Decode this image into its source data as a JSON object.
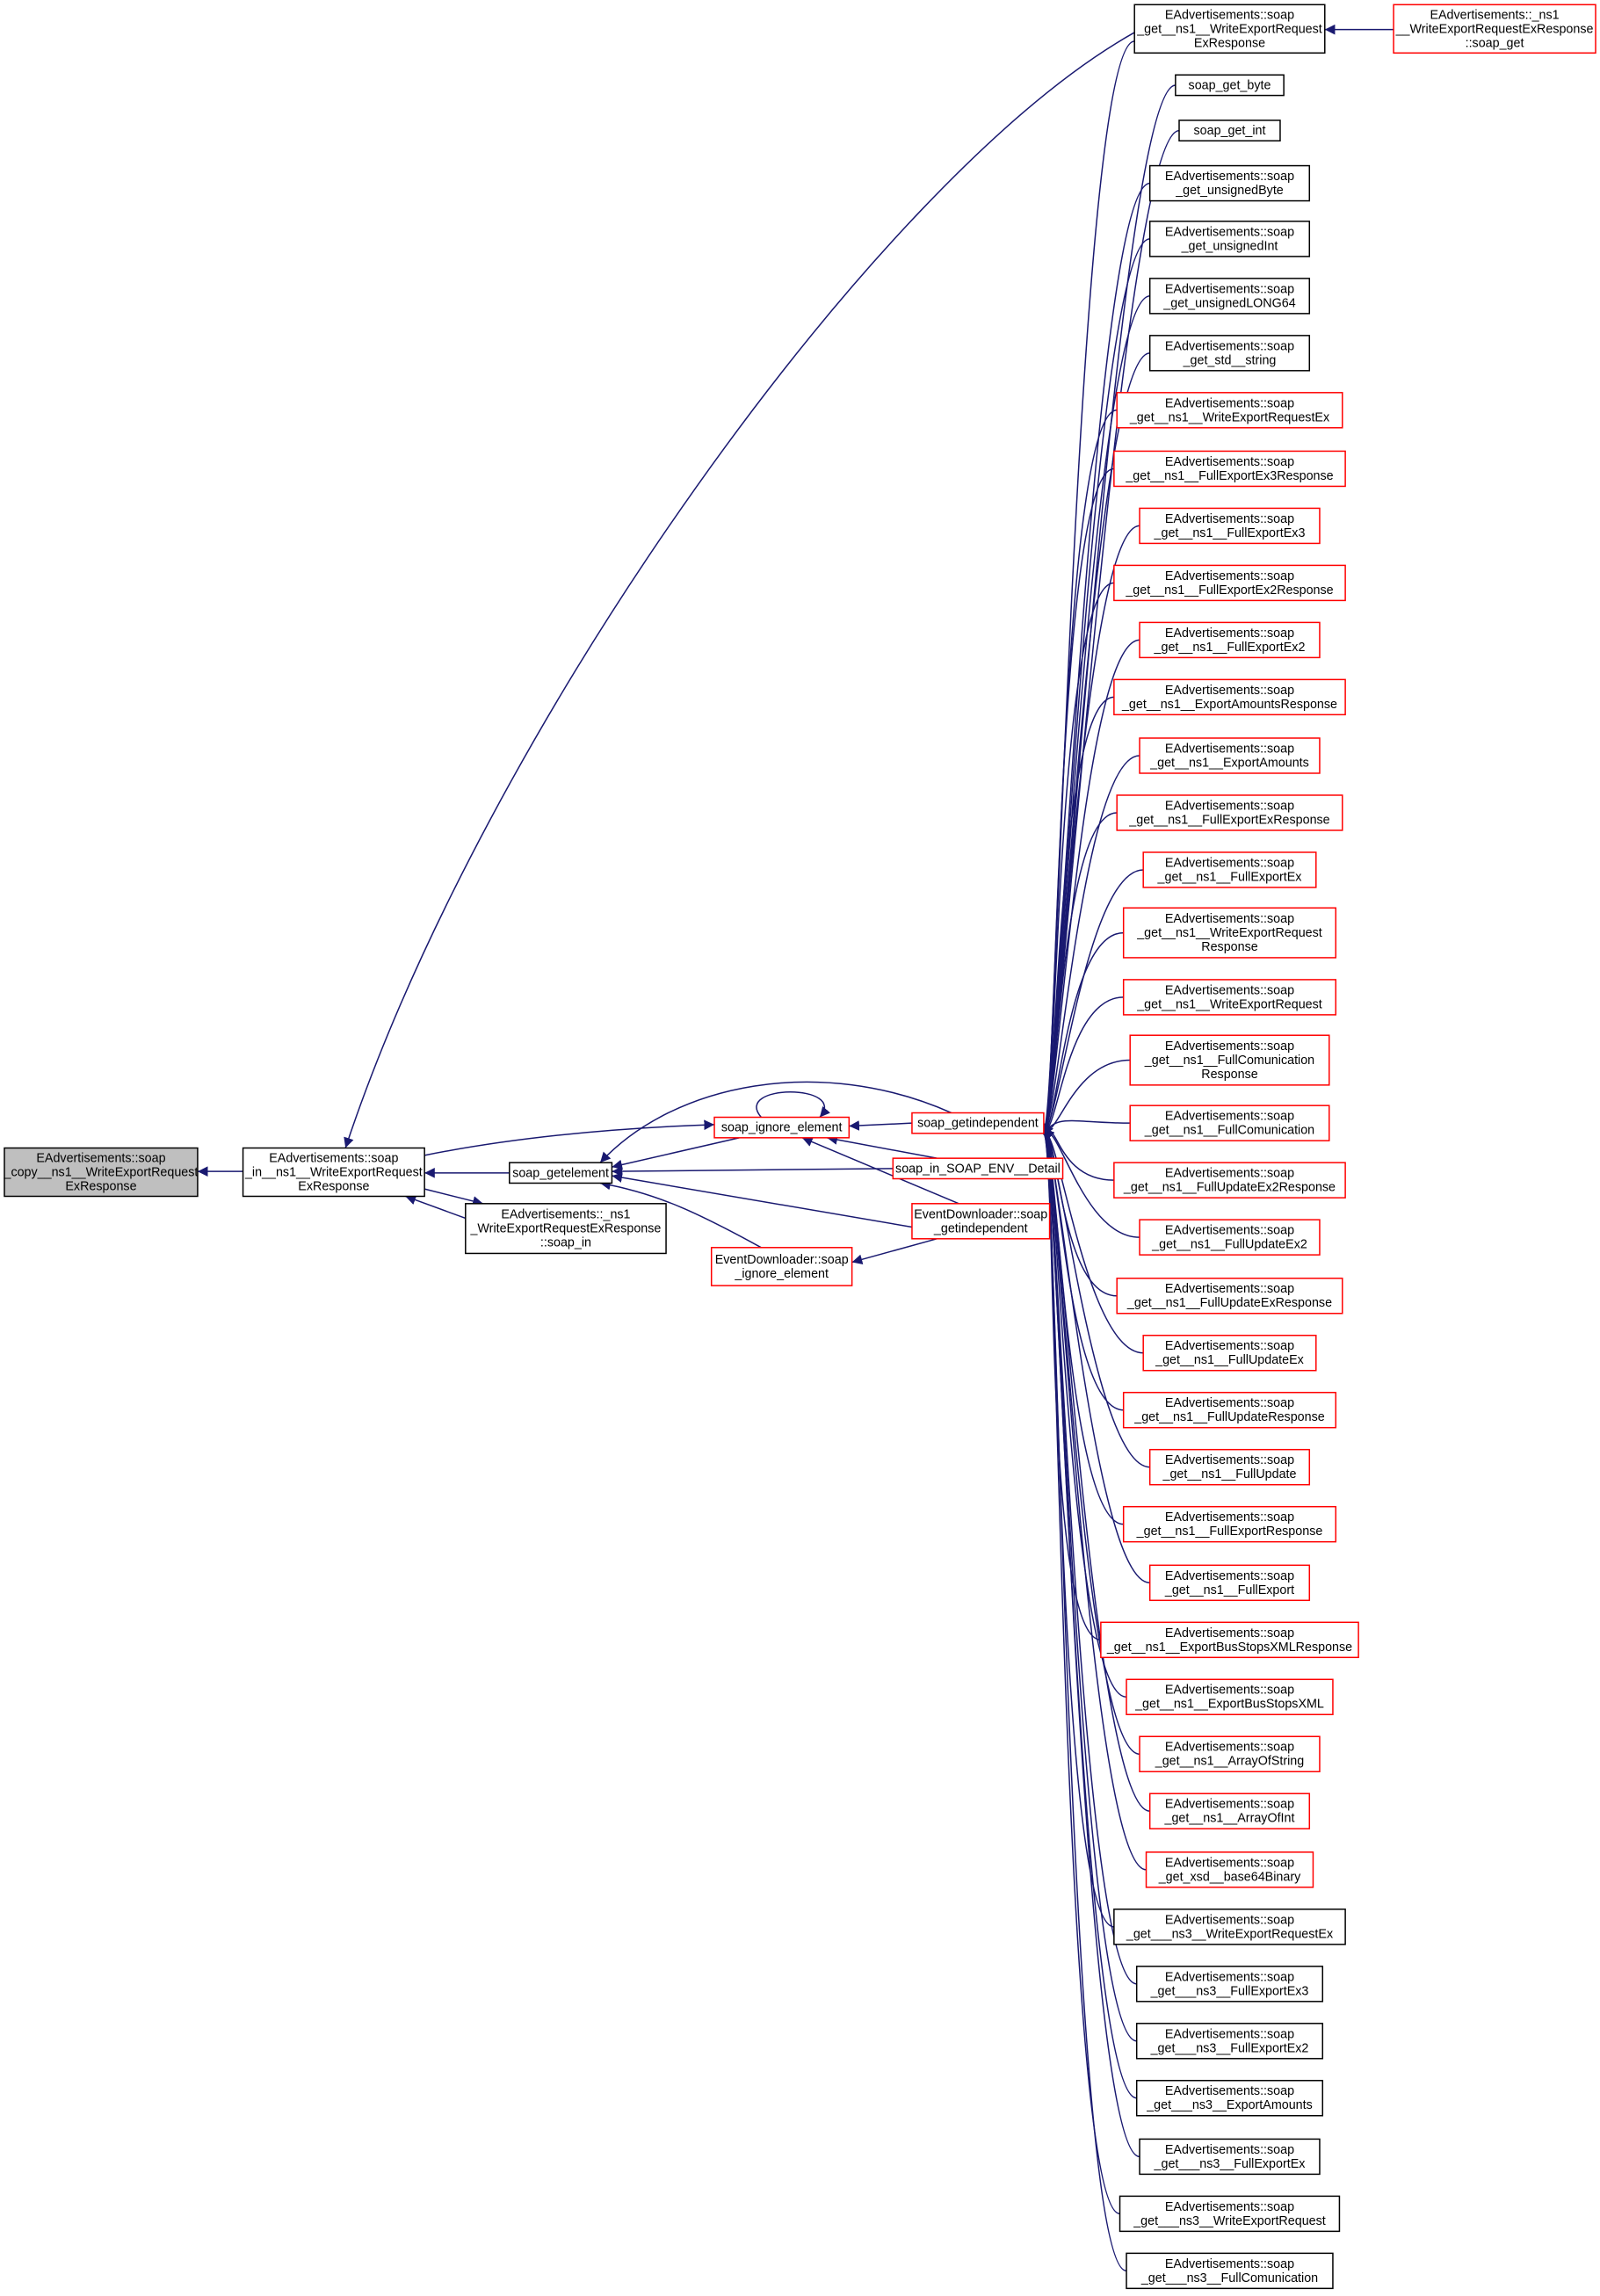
{
  "colors": {
    "edge": "#191970",
    "focus_fill": "#bfbfbf",
    "black_border": "#000000",
    "red_border": "#ff0000"
  },
  "nodes": [
    {
      "lines": [
        "EAdvertisements::soap",
        "_copy__ns1__WriteExportRequest",
        "ExResponse"
      ],
      "border": "black",
      "focus": true
    },
    {
      "lines": [
        "EAdvertisements::soap",
        "_in__ns1__WriteExportRequest",
        "ExResponse"
      ],
      "border": "black"
    },
    {
      "lines": [
        "soap_getelement"
      ],
      "border": "black"
    },
    {
      "lines": [
        "EAdvertisements::_ns1",
        "_WriteExportRequestExResponse",
        "::soap_in"
      ],
      "border": "black"
    },
    {
      "lines": [
        "soap_ignore_element"
      ],
      "border": "red"
    },
    {
      "lines": [
        "soap_getindependent"
      ],
      "border": "red"
    },
    {
      "lines": [
        "soap_in_SOAP_ENV__Detail"
      ],
      "border": "red"
    },
    {
      "lines": [
        "EventDownloader::soap",
        "_getindependent"
      ],
      "border": "red"
    },
    {
      "lines": [
        "EventDownloader::soap",
        "_ignore_element"
      ],
      "border": "red"
    },
    {
      "lines": [
        "EAdvertisements::_ns1",
        "__WriteExportRequestExResponse",
        "::soap_get"
      ],
      "border": "red"
    },
    {
      "lines": [
        "EAdvertisements::soap",
        "_get__ns1__WriteExportRequest",
        "ExResponse"
      ],
      "border": "black"
    },
    {
      "lines": [
        "soap_get_byte"
      ],
      "border": "black"
    },
    {
      "lines": [
        "soap_get_int"
      ],
      "border": "black"
    },
    {
      "lines": [
        "EAdvertisements::soap",
        "_get_unsignedByte"
      ],
      "border": "black"
    },
    {
      "lines": [
        "EAdvertisements::soap",
        "_get_unsignedInt"
      ],
      "border": "black"
    },
    {
      "lines": [
        "EAdvertisements::soap",
        "_get_unsignedLONG64"
      ],
      "border": "black"
    },
    {
      "lines": [
        "EAdvertisements::soap",
        "_get_std__string"
      ],
      "border": "black"
    },
    {
      "lines": [
        "EAdvertisements::soap",
        "_get__ns1__WriteExportRequestEx"
      ],
      "border": "red"
    },
    {
      "lines": [
        "EAdvertisements::soap",
        "_get__ns1__FullExportEx3Response"
      ],
      "border": "red"
    },
    {
      "lines": [
        "EAdvertisements::soap",
        "_get__ns1__FullExportEx3"
      ],
      "border": "red"
    },
    {
      "lines": [
        "EAdvertisements::soap",
        "_get__ns1__FullExportEx2Response"
      ],
      "border": "red"
    },
    {
      "lines": [
        "EAdvertisements::soap",
        "_get__ns1__FullExportEx2"
      ],
      "border": "red"
    },
    {
      "lines": [
        "EAdvertisements::soap",
        "_get__ns1__ExportAmountsResponse"
      ],
      "border": "red"
    },
    {
      "lines": [
        "EAdvertisements::soap",
        "_get__ns1__ExportAmounts"
      ],
      "border": "red"
    },
    {
      "lines": [
        "EAdvertisements::soap",
        "_get__ns1__FullExportExResponse"
      ],
      "border": "red"
    },
    {
      "lines": [
        "EAdvertisements::soap",
        "_get__ns1__FullExportEx"
      ],
      "border": "red"
    },
    {
      "lines": [
        "EAdvertisements::soap",
        "_get__ns1__WriteExportRequest",
        "Response"
      ],
      "border": "red"
    },
    {
      "lines": [
        "EAdvertisements::soap",
        "_get__ns1__WriteExportRequest"
      ],
      "border": "red"
    },
    {
      "lines": [
        "EAdvertisements::soap",
        "_get__ns1__FullComunication",
        "Response"
      ],
      "border": "red"
    },
    {
      "lines": [
        "EAdvertisements::soap",
        "_get__ns1__FullComunication"
      ],
      "border": "red"
    },
    {
      "lines": [
        "EAdvertisements::soap",
        "_get__ns1__FullUpdateEx2Response"
      ],
      "border": "red"
    },
    {
      "lines": [
        "EAdvertisements::soap",
        "_get__ns1__FullUpdateEx2"
      ],
      "border": "red"
    },
    {
      "lines": [
        "EAdvertisements::soap",
        "_get__ns1__FullUpdateExResponse"
      ],
      "border": "red"
    },
    {
      "lines": [
        "EAdvertisements::soap",
        "_get__ns1__FullUpdateEx"
      ],
      "border": "red"
    },
    {
      "lines": [
        "EAdvertisements::soap",
        "_get__ns1__FullUpdateResponse"
      ],
      "border": "red"
    },
    {
      "lines": [
        "EAdvertisements::soap",
        "_get__ns1__FullUpdate"
      ],
      "border": "red"
    },
    {
      "lines": [
        "EAdvertisements::soap",
        "_get__ns1__FullExportResponse"
      ],
      "border": "red"
    },
    {
      "lines": [
        "EAdvertisements::soap",
        "_get__ns1__FullExport"
      ],
      "border": "red"
    },
    {
      "lines": [
        "EAdvertisements::soap",
        "_get__ns1__ExportBusStopsXMLResponse"
      ],
      "border": "red"
    },
    {
      "lines": [
        "EAdvertisements::soap",
        "_get__ns1__ExportBusStopsXML"
      ],
      "border": "red"
    },
    {
      "lines": [
        "EAdvertisements::soap",
        "_get__ns1__ArrayOfString"
      ],
      "border": "red"
    },
    {
      "lines": [
        "EAdvertisements::soap",
        "_get__ns1__ArrayOfInt"
      ],
      "border": "red"
    },
    {
      "lines": [
        "EAdvertisements::soap",
        "_get_xsd__base64Binary"
      ],
      "border": "red"
    },
    {
      "lines": [
        "EAdvertisements::soap",
        "_get___ns3__WriteExportRequestEx"
      ],
      "border": "black"
    },
    {
      "lines": [
        "EAdvertisements::soap",
        "_get___ns3__FullExportEx3"
      ],
      "border": "black"
    },
    {
      "lines": [
        "EAdvertisements::soap",
        "_get___ns3__FullExportEx2"
      ],
      "border": "black"
    },
    {
      "lines": [
        "EAdvertisements::soap",
        "_get___ns3__ExportAmounts"
      ],
      "border": "black"
    },
    {
      "lines": [
        "EAdvertisements::soap",
        "_get___ns3__FullExportEx"
      ],
      "border": "black"
    },
    {
      "lines": [
        "EAdvertisements::soap",
        "_get___ns3__WriteExportRequest"
      ],
      "border": "black"
    },
    {
      "lines": [
        "EAdvertisements::soap",
        "_get___ns3__FullComunication"
      ],
      "border": "black"
    }
  ]
}
